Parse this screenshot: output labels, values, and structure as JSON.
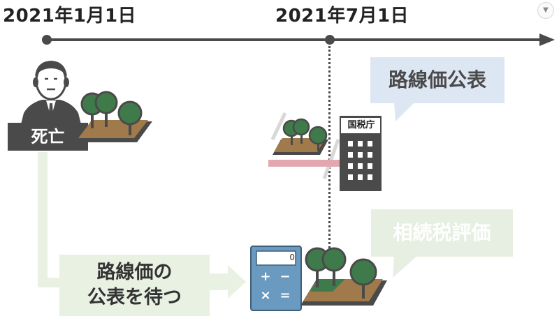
{
  "timeline": {
    "start_date": "2021年1月1日",
    "mid_date": "2021年7月1日"
  },
  "death_label": "死亡",
  "wait_box": {
    "line1": "路線価の",
    "line2": "公表を待つ"
  },
  "bubble_publication": "路線価公表",
  "bubble_valuation": "相続税評価",
  "building_label": "国税庁",
  "calculator": {
    "display": "0",
    "keys": [
      "+",
      "−",
      "×",
      "="
    ]
  },
  "icons": [
    "person-icon",
    "land-trees-icon",
    "building-icon",
    "calculator-icon",
    "chevron-down-icon"
  ],
  "colors": {
    "dark": "#4a4a4a",
    "bubble_blue": "#dde6f3",
    "bubble_green": "#e7efe2",
    "calculator_blue": "#6a9ac0",
    "land_brown": "#a07a4b",
    "tree_green": "#3f7a4a",
    "pink": "#e4a7b1"
  }
}
